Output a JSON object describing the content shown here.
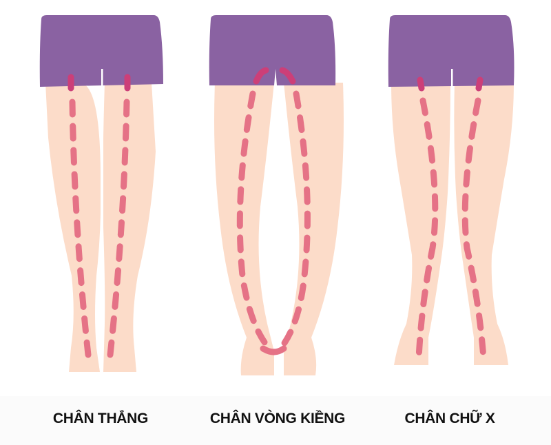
{
  "colors": {
    "shorts": "#8a62a2",
    "skin": "#fcdcc9",
    "dash": "#e57286",
    "dash_on_shorts": "#cc3f78",
    "caption_text": "#111111",
    "caption_band": "#fbfbfb"
  },
  "panels": [
    {
      "id": "straight",
      "label": "CHÂN THẲNG",
      "description": "straight legs with vertical dashed alignment lines"
    },
    {
      "id": "bow",
      "label": "CHÂN VÒNG KIỀNG",
      "description": "bow legs (O-shape) with curved dashed lines meeting at ankles"
    },
    {
      "id": "knock",
      "label": "CHÂN CHỮ X",
      "description": "knock knees (X-shape) with dashed lines crossing inward at knees"
    }
  ]
}
